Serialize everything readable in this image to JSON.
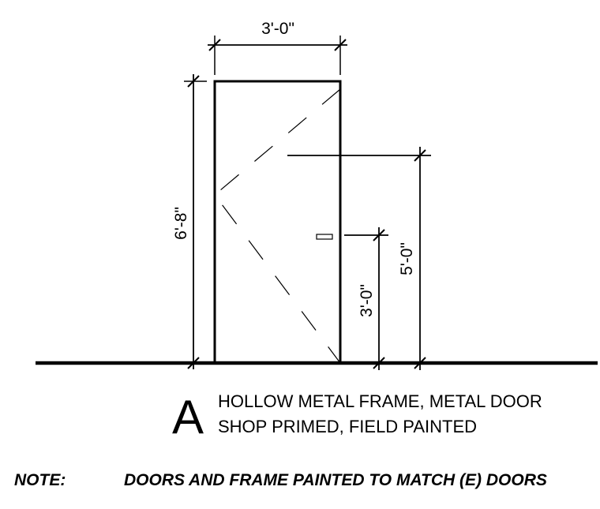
{
  "dimensions": {
    "door_width": "3'-0\"",
    "door_height": "6'-8\"",
    "hardware_height": "3'-0\"",
    "upper_height": "5'-0\""
  },
  "door_type": {
    "letter": "A",
    "line1": "HOLLOW METAL FRAME, METAL DOOR",
    "line2": "SHOP PRIMED, FIELD PAINTED"
  },
  "note": {
    "label": "NOTE:",
    "text": "DOORS AND FRAME PAINTED TO MATCH (E) DOORS"
  },
  "colors": {
    "line": "#000000",
    "background": "#ffffff"
  }
}
